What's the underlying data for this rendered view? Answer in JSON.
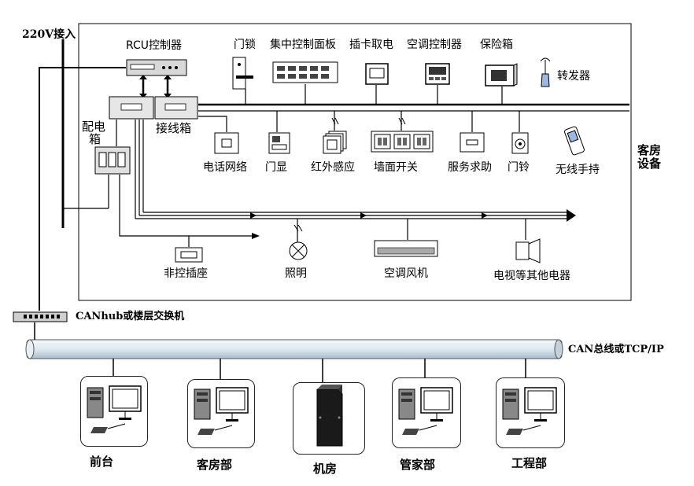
{
  "power": {
    "label": "220V接入"
  },
  "room_equipment": {
    "section_label_line1": "客房",
    "section_label_line2": "设备",
    "rcu": "RCU控制器",
    "distribution_box_line1": "配电",
    "distribution_box_line2": "箱",
    "junction_box": "接线箱",
    "top_devices": [
      "门锁",
      "集中控制面板",
      "插卡取电",
      "空调控制器",
      "保险箱",
      "转发器"
    ],
    "middle_devices": [
      "电话网络",
      "门显",
      "红外感应",
      "墙面开关",
      "服务求助",
      "门铃",
      "无线手持"
    ],
    "load_devices": [
      "非控插座",
      "照明",
      "空调风机",
      "电视等其他电器"
    ]
  },
  "network": {
    "hub_label": "CANhub或楼层交换机",
    "bus_label": "CAN总线或TCP/IP"
  },
  "stations": [
    "前台",
    "客房部",
    "机房",
    "管家部",
    "工程部"
  ]
}
